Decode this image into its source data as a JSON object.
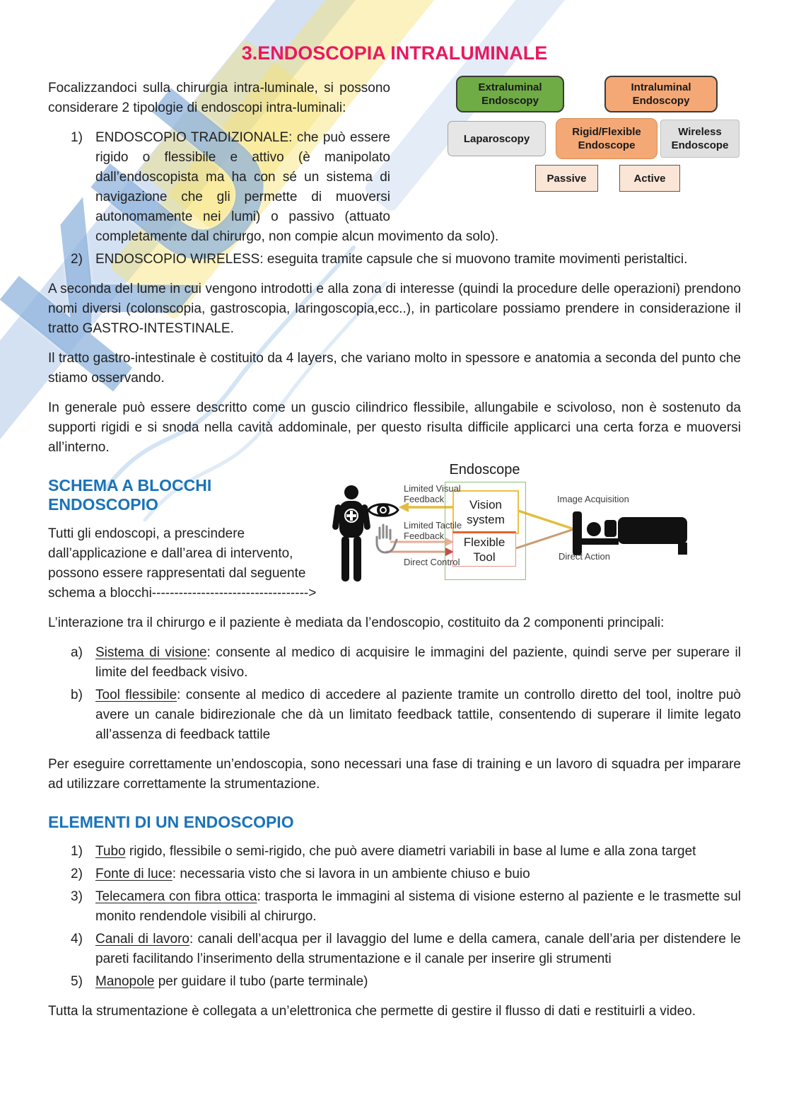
{
  "title": "3.ENDOSCOPIA INTRALUMINALE",
  "watermark": {
    "letters": "KU"
  },
  "taxonomy": {
    "extraluminal": "Extraluminal Endoscopy",
    "intraluminal": "Intraluminal Endoscopy",
    "laparoscopy": "Laparoscopy",
    "rigid_flexible": "Rigid/Flexible Endoscope",
    "wireless": "Wireless Endoscope",
    "passive": "Passive",
    "active": "Active"
  },
  "intro": {
    "p1": "Focalizzandoci sulla chirurgia intra-luminale, si possono considerare 2 tipologie di endoscopi intra-luminali:",
    "items": [
      {
        "marker": "1)",
        "text": "ENDOSCOPIO TRADIZIONALE: che può essere rigido o flessibile e attivo (è manipolato dall’endoscopista ma ha con sé un sistema di navigazione che gli permette di muoversi autonomamente nei lumi) o passivo (attuato completamente dal chirurgo, non compie alcun movimento da solo)."
      },
      {
        "marker": "2)",
        "text": "ENDOSCOPIO WIRELESS: eseguita tramite capsule che si muovono tramite movimenti peristaltici."
      }
    ],
    "p2": "A seconda del lume in cui vengono introdotti e alla zona di interesse (quindi la procedure delle operazioni) prendono nomi diversi (colonscopia, gastroscopia, laringoscopia,ecc..), in particolare possiamo prendere in considerazione il tratto GASTRO-INTESTINALE.",
    "p3": "Il tratto gastro-intestinale è costituito da 4 layers, che variano molto in spessore e anatomia a seconda del punto che stiamo osservando.",
    "p4": "In generale può essere descritto come un guscio cilindrico flessibile, allungabile e scivoloso, non è sostenuto da supporti rigidi e si snoda nella cavità addominale, per questo risulta difficile applicarci una certa forza e muoversi all’interno."
  },
  "schema_section": {
    "heading": "SCHEMA A BLOCCHI ENDOSCOPIO",
    "p1": "Tutti gli endoscopi, a prescindere dall’applicazione e dall’area di intervento, possono essere rappresentati dal seguente schema a blocchi----------------------------------->",
    "p2": "L’interazione tra il chirurgo e il paziente è mediata da l’endoscopio, costituito da 2 componenti principali:",
    "items": [
      {
        "marker": "a)",
        "term": "Sistema di visione",
        "rest": ": consente al medico di acquisire le immagini del paziente, quindi serve per superare il limite del feedback visivo."
      },
      {
        "marker": "b)",
        "term": "Tool flessibile",
        "rest": ": consente al medico di accedere al paziente tramite un controllo diretto del tool, inoltre può avere un canale bidirezionale che dà un limitato feedback tattile, consentendo di superare il limite legato all’assenza di feedback tattile"
      }
    ],
    "p3": "Per eseguire correttamente un’endoscopia, sono necessari una fase di training e un lavoro di squadra per imparare ad utilizzare correttamente la strumentazione."
  },
  "block_diagram": {
    "endoscope": "Endoscope",
    "vision_system": "Vision system",
    "flexible_tool": "Flexible Tool",
    "limited_visual": "Limited Visual Feedback",
    "limited_tactile": "Limited Tactile Feedback",
    "direct_control": "Direct Control",
    "image_acquisition": "Image Acquisition",
    "direct_action": "Direct Action"
  },
  "elements_section": {
    "heading": "ELEMENTI DI UN ENDOSCOPIO",
    "items": [
      {
        "marker": "1)",
        "term": "Tubo",
        "rest": " rigido, flessibile o semi-rigido, che può avere diametri variabili in base al lume e alla zona target"
      },
      {
        "marker": "2)",
        "term": "Fonte di luce",
        "rest": ": necessaria visto che si lavora in un ambiente chiuso e buio"
      },
      {
        "marker": "3)",
        "term": "Telecamera con fibra ottica",
        "rest": ": trasporta le immagini al sistema di visione esterno al paziente e le trasmette sul monito rendendole visibili al chirurgo."
      },
      {
        "marker": "4)",
        "term": "Canali di lavoro",
        "rest": ": canali dell’acqua per il lavaggio del lume e della camera, canale dell’aria per distendere le pareti facilitando l’inserimento della strumentazione e il canale per inserire gli strumenti"
      },
      {
        "marker": "5)",
        "term": "Manopole",
        "rest": " per guidare il tubo (parte terminale)"
      }
    ],
    "closing": "Tutta la strumentazione è collegata a un’elettronica che permette di gestire il flusso di dati e restituirli a video."
  },
  "colors": {
    "title_pink": "#E9195F",
    "heading_blue": "#1A73B8",
    "green_box": "#6FAC45",
    "orange_box": "#F4A875",
    "peach_box": "#FBE5D6",
    "gray_box": "#E6E6E6",
    "yellow_line": "#E2BE3E",
    "salmon_line": "#E8AE96",
    "brown_line": "#C99B71",
    "red_arrow": "#C0504D"
  }
}
